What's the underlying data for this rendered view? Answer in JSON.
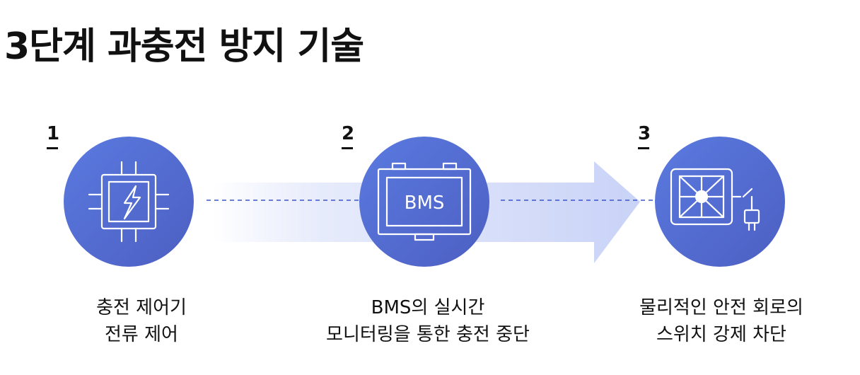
{
  "title": "3단계 과충전 방지 기술",
  "steps": [
    {
      "number": "1",
      "icon": "chip-lightning-icon",
      "caption_line1": "충전 제어기",
      "caption_line2": "전류 제어"
    },
    {
      "number": "2",
      "icon": "battery-bms-icon",
      "icon_text": "BMS",
      "caption_line1": "BMS의 실시간",
      "caption_line2": "모니터링을 통한 충전 중단"
    },
    {
      "number": "3",
      "icon": "circuit-switch-plug-icon",
      "caption_line1": "물리적인 안전 회로의",
      "caption_line2": "스위치 강제 차단"
    }
  ],
  "colors": {
    "circle_start": "#5a7ae0",
    "circle_end": "#4d5fc2",
    "arrow": "#c9d3f7",
    "connector": "#3b55c9"
  }
}
